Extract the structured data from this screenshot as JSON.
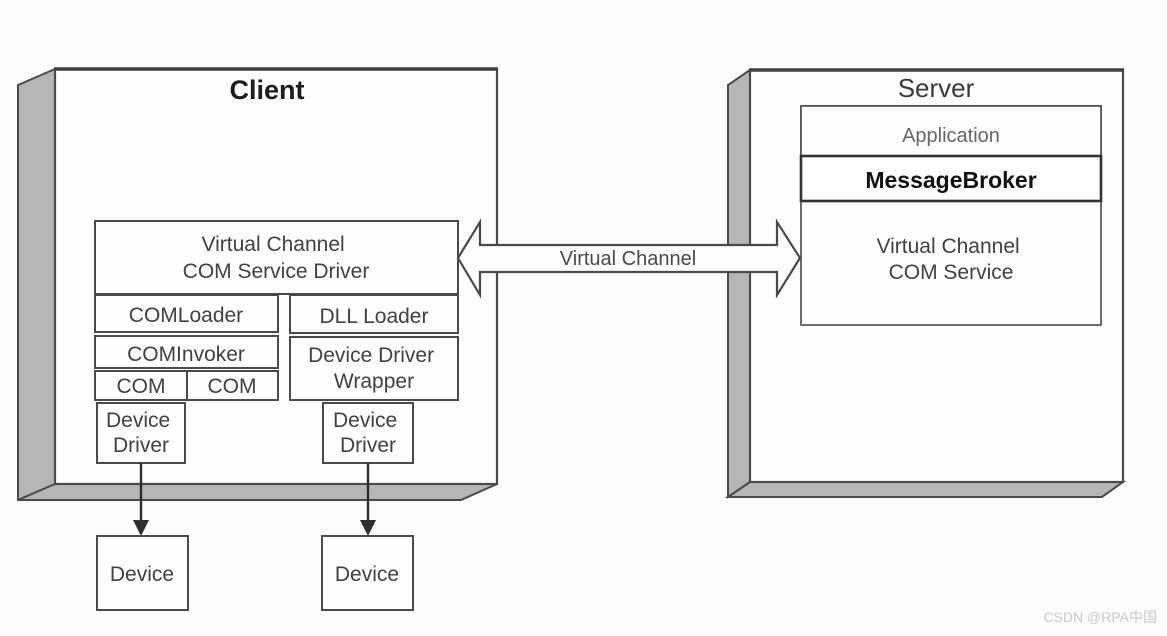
{
  "diagram": {
    "client": {
      "title": "Client",
      "vc_driver": {
        "line1": "Virtual Channel",
        "line2": "COM Service Driver"
      },
      "com_loader": "COMLoader",
      "dll_loader": "DLL Loader",
      "com_invoker": "COMInvoker",
      "wrapper": {
        "line1": "Device Driver",
        "line2": "Wrapper"
      },
      "com_left": "COM",
      "com_right": "COM",
      "device_driver_left": {
        "line1": "Device",
        "line2": "Driver"
      },
      "device_driver_right": {
        "line1": "Device",
        "line2": "Driver"
      },
      "device_left": "Device",
      "device_right": "Device"
    },
    "server": {
      "title": "Server",
      "application": "Application",
      "message_broker": "MessageBroker",
      "vc_service": {
        "line1": "Virtual Channel",
        "line2": "COM Service"
      }
    },
    "channel_label": "Virtual Channel",
    "watermark": "CSDN @RPA中国",
    "colors": {
      "line": "#4a4a4a",
      "slab_gray": "#b6b6b6",
      "face_fill": "#fdfdfd",
      "text": "#414141",
      "text_light": "#666666",
      "text_bold": "#111111",
      "watermark": "#c9c9c9",
      "background": "#fcfcfc"
    }
  }
}
